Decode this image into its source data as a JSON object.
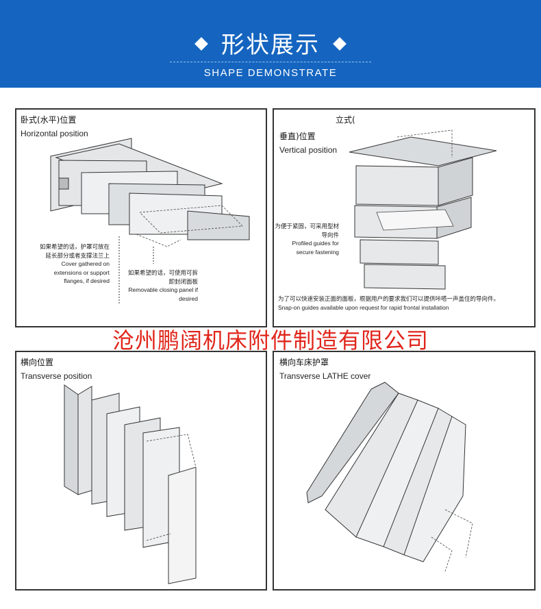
{
  "banner": {
    "title": "形状展示",
    "subtitle": "SHAPE DEMONSTRATE",
    "bg_color": "#1565c0"
  },
  "panels": [
    {
      "title": "卧式(水平)位置",
      "subtitle": "Horizontal position",
      "notes": [
        {
          "cn": "如果希望的话，护罩可放在延长部分或者支撑法兰上",
          "en": "Cover gathered on extensions or support flanges, if desired"
        },
        {
          "cn": "如果希望的话，可使用可拆卸封闭面板",
          "en": "Removable closing panel if desired"
        }
      ]
    },
    {
      "title": "立式(",
      "title2": "垂直)位置",
      "subtitle": "Vertical position",
      "notes": [
        {
          "cn": "为便于紧固，可采用型材导向件",
          "en": "Profiled guides for secure fastening"
        },
        {
          "cn": "为了可以快速安装正面的面板，根据用户的要求我们可以提供咔嗒一声盖住的导向件。",
          "en": "Snap-on guides available upon request for rapid frontal installation"
        }
      ]
    },
    {
      "title": "横向位置",
      "subtitle": "Transverse position"
    },
    {
      "title": "横向车床护罩",
      "subtitle": "Transverse LATHE cover"
    }
  ],
  "watermark": {
    "text": "沧州鹏阔机床附件制造有限公司",
    "color": "#e0261b"
  }
}
